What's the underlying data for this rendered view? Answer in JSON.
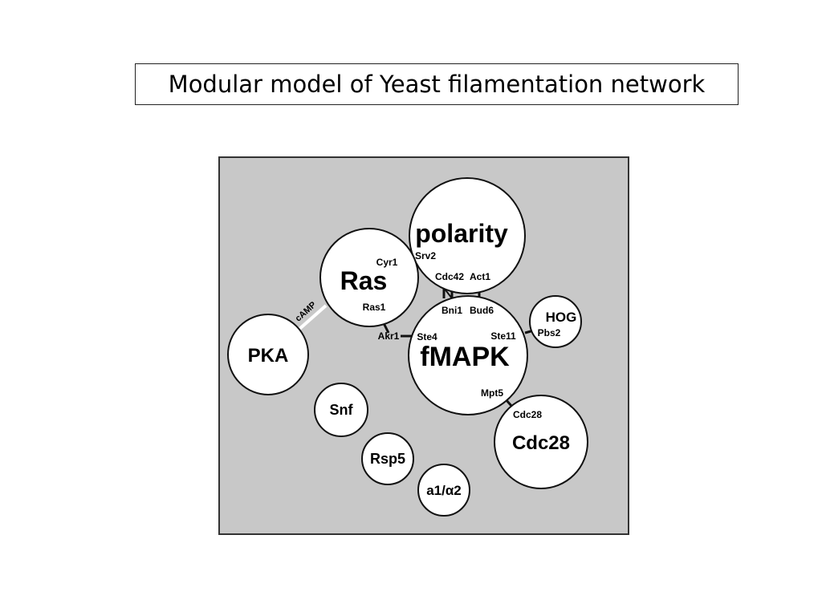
{
  "title": "Modular model of Yeast filamentation network",
  "colors": {
    "panel_fill": "#c8c8c8",
    "panel_stroke": "#333333",
    "module_fill": "#ffffff",
    "module_stroke": "#111111"
  },
  "modules": {
    "polarity": "polarity",
    "ras": "Ras",
    "pka": "PKA",
    "fmapk": "fMAPK",
    "hog": "HOG",
    "snf": "Snf",
    "rsp5": "Rsp5",
    "a1a2": "a1/α2",
    "cdc28": "Cdc28"
  },
  "proteins": {
    "cyr1": "Cyr1",
    "srv2": "Srv2",
    "cdc42": "Cdc42",
    "act1": "Act1",
    "ras1": "Ras1",
    "camp": "cAMP",
    "bni1": "Bni1",
    "bud6": "Bud6",
    "akr1": "Akr1",
    "ste4": "Ste4",
    "ste11": "Ste11",
    "pbs2": "Pbs2",
    "mpt5": "Mpt5",
    "cdc28_small": "Cdc28"
  }
}
